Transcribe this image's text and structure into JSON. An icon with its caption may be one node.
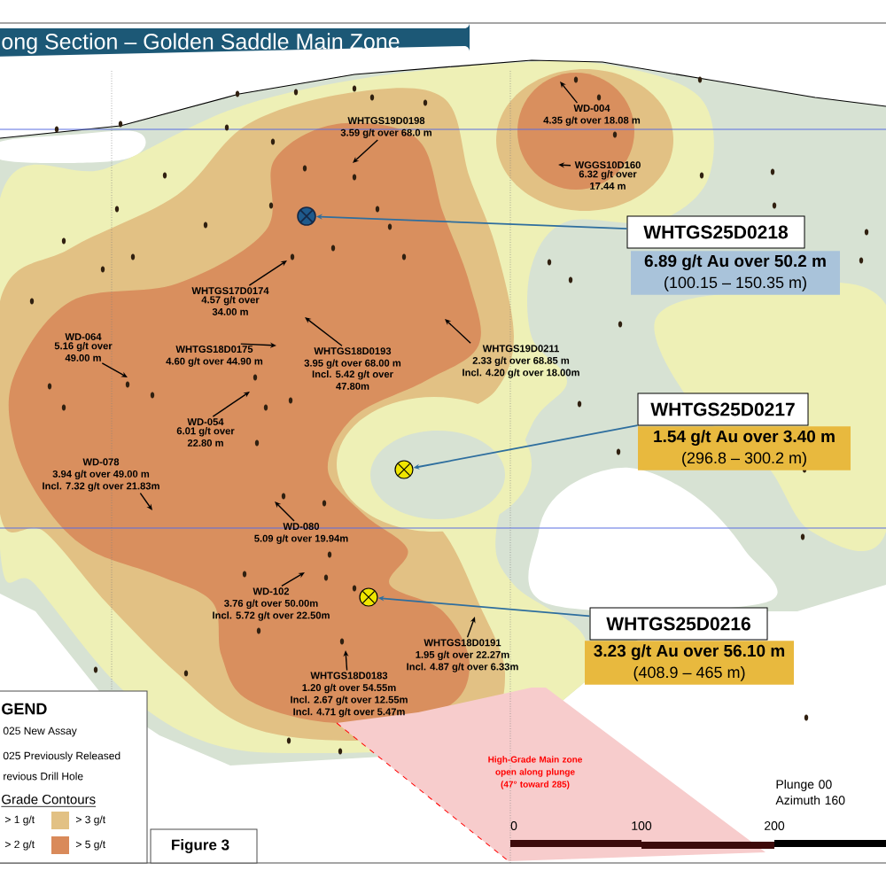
{
  "diagram": {
    "title": "ong Section – Golden Saddle Main Zone",
    "nodes": [
      {
        "text": [
          "WHTGS19D0198",
          "3.59 g/t over 68.0 m"
        ]
      },
      {
        "text": [
          "WD-004",
          "4.35 g/t over 18.08 m"
        ]
      },
      {
        "text": [
          "WGGS10D160",
          "6.32 g/t over 17.44 m"
        ]
      },
      {
        "text": [],
        "shape": "circle"
      },
      {
        "text": [
          "WHTGS25D0218"
        ]
      },
      {
        "text": [
          "6.89 g/t Au over 50.2 m",
          "(100.15 – 150.35 m)"
        ]
      },
      {
        "text": [
          "WHTGS17D0174",
          "4.57 g/t over 34.00 m"
        ]
      },
      {
        "text": [
          "WD-064",
          "5.16 g/t over 49.00 m"
        ]
      },
      {
        "text": [
          "WHTGS18D0175",
          "4.60 g/t over 44.90 m"
        ]
      },
      {
        "text": [
          "WHTGS18D0193",
          "3.95 g/t over 68.00 m",
          "Incl. 5.42 g/t over 47.80m"
        ]
      },
      {
        "text": [
          "WHTGS19D0211",
          "2.33 g/t over 68.85 m",
          "Incl. 4.20 g/t over 18.00m"
        ]
      },
      {
        "text": [
          "WD-054",
          "6.01 g/t over 22.80 m"
        ]
      },
      {
        "text": [],
        "shape": "circle"
      },
      {
        "text": [
          "WHTGS25D0217"
        ]
      },
      {
        "text": [
          "1.54 g/t Au over 3.40 m",
          "(296.8 – 300.2 m)"
        ]
      },
      {
        "text": [
          "WD-078",
          "3.94 g/t over 49.00 m",
          "Incl. 7.32 g/t over 21.83m"
        ]
      },
      {
        "text": [
          "WD-080",
          "5.09 g/t over 19.94m"
        ]
      },
      {
        "text": [
          "WD-102",
          "3.76 g/t over 50.00m",
          "Incl. 5.72 g/t over 22.50m"
        ]
      },
      {
        "text": [],
        "shape": "circle"
      },
      {
        "text": [
          "WHTGS25D0216"
        ]
      },
      {
        "text": [
          "3.23 g/t Au over 56.10 m",
          "(408.9 – 465 m)"
        ]
      },
      {
        "text": [
          "WHTGS18D0191",
          "1.95 g/t over 22.27m",
          "Incl. 4.87 g/t over 6.33m"
        ]
      },
      {
        "text": [
          "WHTGS18D0183",
          "1.20 g/t over 54.55m",
          "Incl. 2.67 g/t over 12.55m",
          "Incl. 4.71 g/t over 5.47m"
        ]
      }
    ],
    "edges": [
      {
        "from": 0,
        "to": null,
        "arrow": "to"
      },
      {
        "from": 1,
        "to": null,
        "arrow": "to"
      },
      {
        "from": 2,
        "to": null,
        "arrow": "to"
      },
      {
        "from": 4,
        "to": 3,
        "arrow": "to",
        "color": "#2e6e9e"
      },
      {
        "from": 6,
        "to": null,
        "arrow": "to"
      },
      {
        "from": 7,
        "to": null,
        "arrow": "to"
      },
      {
        "from": 8,
        "to": null,
        "arrow": "to"
      },
      {
        "from": 9,
        "to": null,
        "arrow": "to"
      },
      {
        "from": 10,
        "to": null,
        "arrow": "to"
      },
      {
        "from": 11,
        "to": null,
        "arrow": "to"
      },
      {
        "from": 13,
        "to": 12,
        "arrow": "to",
        "color": "#2e6e9e"
      },
      {
        "from": 15,
        "to": null,
        "arrow": "to"
      },
      {
        "from": 16,
        "to": null,
        "arrow": "to"
      },
      {
        "from": 17,
        "to": null,
        "arrow": "to"
      },
      {
        "from": 19,
        "to": 18,
        "arrow": "to",
        "color": "#2e6e9e"
      },
      {
        "from": 21,
        "to": null,
        "arrow": "to"
      },
      {
        "from": 22,
        "to": null,
        "arrow": "to"
      }
    ],
    "labels": [
      "GEND",
      "Grade Contours",
      "Figure 3",
      "High-Grade Main zone open along plunge (47° toward 285)",
      "Plunge 00 Azimuth 160",
      "0",
      "100",
      "200"
    ],
    "legend": [
      {
        "text": "025 New Assay"
      },
      {
        "text": "025 Previously Released"
      },
      {
        "text": "revious Drill Hole"
      },
      {
        "text": "> 1 g/t"
      },
      {
        "text": "> 3 g/t",
        "color": "#e2c184"
      },
      {
        "text": "> 2 g/t"
      },
      {
        "text": "> 5 g/t",
        "color": "#d98a5a"
      }
    ]
  }
}
